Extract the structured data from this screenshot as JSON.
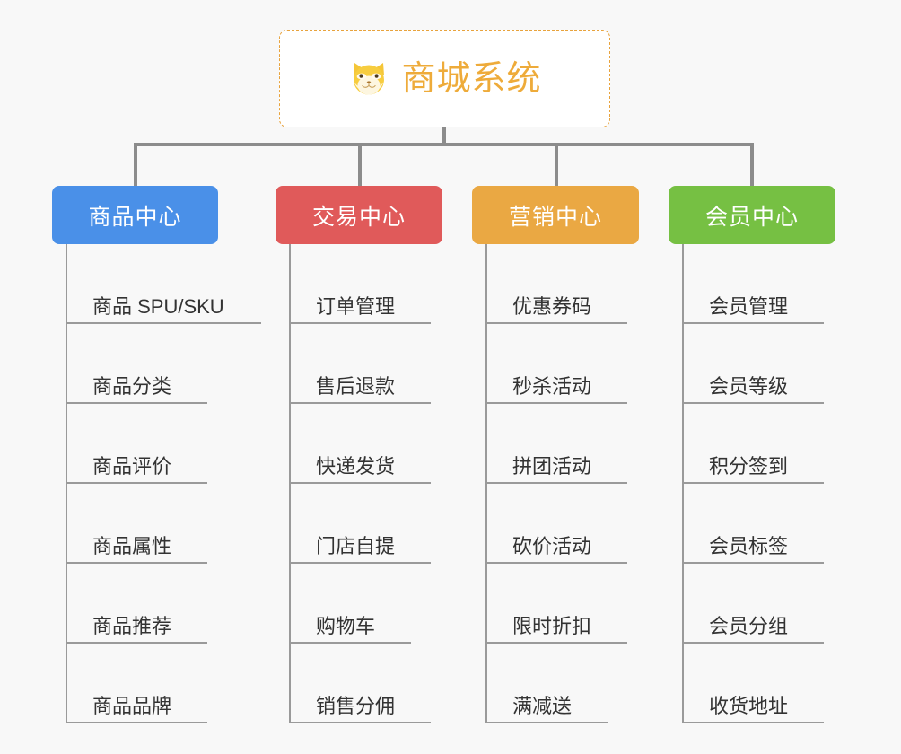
{
  "diagram": {
    "type": "org-chart",
    "title": "商城系统",
    "background_color": "#f8f8f8",
    "root": {
      "label": "商城系统",
      "icon": "shiba-dog-face-icon",
      "text_color": "#eeab3a",
      "border_color": "#e8a33d",
      "background_color": "#ffffff"
    },
    "connector_color": "#8c8c8c",
    "branches": [
      {
        "label": "商品中心",
        "color": "#4a90e8",
        "items": [
          "商品 SPU/SKU",
          "商品分类",
          "商品评价",
          "商品属性",
          "商品推荐",
          "商品品牌"
        ]
      },
      {
        "label": "交易中心",
        "color": "#e05a5a",
        "items": [
          "订单管理",
          "售后退款",
          "快递发货",
          "门店自提",
          "购物车",
          "销售分佣"
        ]
      },
      {
        "label": "营销中心",
        "color": "#eaa843",
        "items": [
          "优惠券码",
          "秒杀活动",
          "拼团活动",
          "砍价活动",
          "限时折扣",
          "满减送"
        ]
      },
      {
        "label": "会员中心",
        "color": "#76c043",
        "items": [
          "会员管理",
          "会员等级",
          "积分签到",
          "会员标签",
          "会员分组",
          "收货地址"
        ]
      }
    ]
  }
}
